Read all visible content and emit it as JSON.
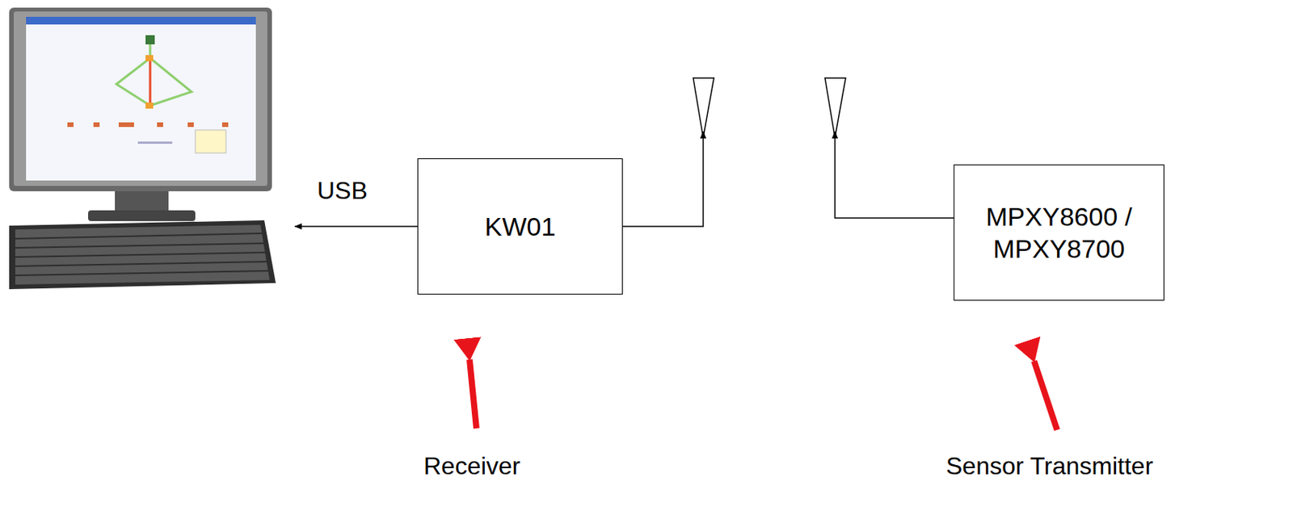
{
  "diagram": {
    "nodes": [
      {
        "text": [
          "KW01"
        ]
      },
      {
        "text": [
          "MPXY8600 / MPXY8700"
        ]
      }
    ],
    "labels": [
      "USB",
      "Receiver",
      "Sensor Transmitter"
    ]
  }
}
